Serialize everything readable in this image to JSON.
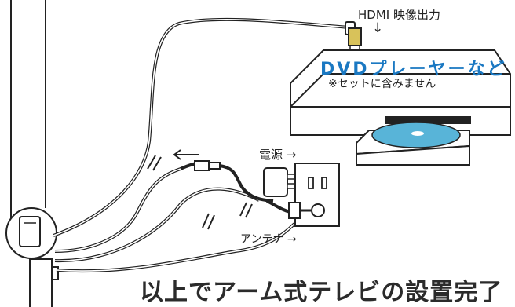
{
  "labels": {
    "hdmi_output": "HDMI 映像出力",
    "hdmi_arrow": "↓",
    "dvd_title": "DVDプレーヤーなど",
    "dvd_note": "※セットに含みません",
    "power_label": "電源 →",
    "antenna_label": "アンテナ →",
    "completion_message": "以上でアーム式テレビの設置完了"
  },
  "colors": {
    "line": "#222222",
    "dvd_title": "#1a78c2",
    "disc": "#58b4d8",
    "hdmi_plug": "#d8c25a"
  }
}
